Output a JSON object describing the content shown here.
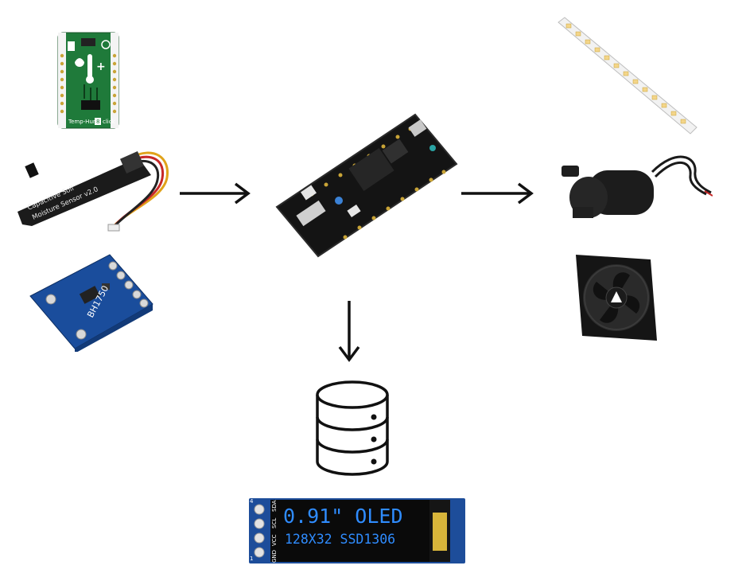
{
  "sensors": {
    "temp_hum": {
      "caption": "Temp-Hum",
      "caption_suffix": "click",
      "badge": "8"
    },
    "soil": {
      "line1": "Capacitive  Soil",
      "line2": "Moisture  Sensor  v2.0"
    },
    "light": {
      "chip_label": "BH1750"
    }
  },
  "oled": {
    "title": "0.91\" OLED",
    "subtitle": "128X32 SSD1306",
    "pins": [
      "SDA",
      "SCL",
      "VCC",
      "GND"
    ],
    "pin_numbers": [
      "4",
      "1"
    ]
  },
  "colors": {
    "arrow": "#111111",
    "pcb_green": "#1f7a3a",
    "pcb_blue": "#1b4fa0",
    "pcb_black": "#141414",
    "oled_text": "#2f8cff"
  },
  "icons": {
    "database": "database-icon",
    "arrow": "arrow-icon"
  }
}
